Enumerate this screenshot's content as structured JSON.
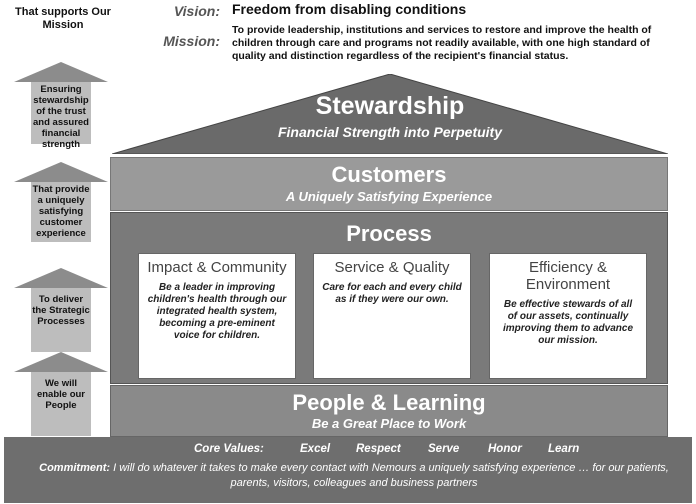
{
  "header": {
    "left_text": "That supports Our Mission",
    "vision_label": "Vision:",
    "vision_text": "Freedom from disabling conditions",
    "mission_label": "Mission:",
    "mission_text": "To provide leadership, institutions and services to restore and improve the health of children through care and programs not readily available, with one high standard of quality and distinction regardless of the recipient's financial status."
  },
  "arrows": [
    {
      "text": "Ensuring stewardship of the trust and assured financial strength"
    },
    {
      "text": "That provide a uniquely satisfying customer experience"
    },
    {
      "text": "To deliver the Strategic Processes"
    },
    {
      "text": "We will enable our People"
    }
  ],
  "stewardship": {
    "title": "Stewardship",
    "subtitle": "Financial Strength into Perpetuity"
  },
  "customers": {
    "title": "Customers",
    "subtitle": "A Uniquely Satisfying Experience"
  },
  "process": {
    "title": "Process",
    "boxes": [
      {
        "title": "Impact & Community",
        "text": "Be a leader in improving children's health through our integrated health system, becoming a pre-eminent voice for children."
      },
      {
        "title": "Service & Quality",
        "text": "Care for each and every child as if they were our own."
      },
      {
        "title": "Efficiency & Environment",
        "text": "Be effective stewards of all of our assets, continually improving them to advance our mission."
      }
    ]
  },
  "people": {
    "title": "People & Learning",
    "subtitle": "Be a Great Place to Work"
  },
  "foundation": {
    "core_values_label": "Core Values:",
    "values": [
      "Excel",
      "Respect",
      "Serve",
      "Honor",
      "Learn"
    ],
    "commitment_label": "Commitment:",
    "commitment_text": "I will do whatever it takes to make every contact with Nemours a uniquely satisfying experience … for our patients, parents, visitors, colleagues and business partners"
  },
  "colors": {
    "roof": "#6a6a6a",
    "customers": "#9a9a9a",
    "process": "#7a7a7a",
    "people": "#8a8a8a",
    "foundation": "#6e6e6e"
  }
}
